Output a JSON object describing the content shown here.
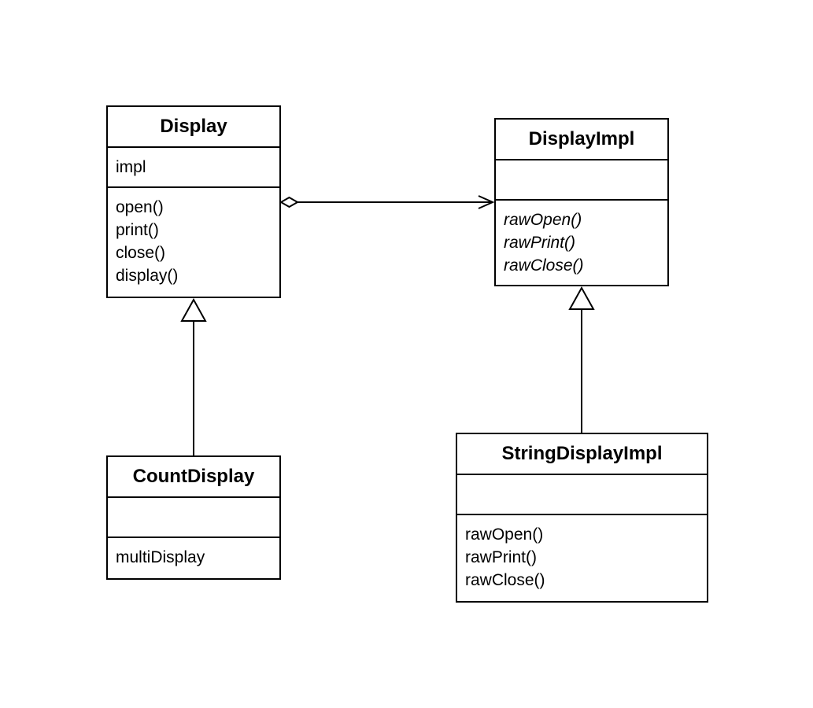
{
  "classes": {
    "display": {
      "name": "Display",
      "attributes": [
        "impl"
      ],
      "operations": [
        "open()",
        "print()",
        "close()",
        "display()"
      ]
    },
    "display_impl": {
      "name": "DisplayImpl",
      "attributes": [],
      "operations": [
        "rawOpen()",
        "rawPrint()",
        "rawClose()"
      ],
      "operations_style": "italic"
    },
    "count_display": {
      "name": "CountDisplay",
      "attributes": [],
      "operations": [
        "multiDisplay"
      ]
    },
    "string_display_impl": {
      "name": "StringDisplayImpl",
      "attributes": [],
      "operations": [
        "rawOpen()",
        "rawPrint()",
        "rawClose()"
      ]
    }
  },
  "relations": [
    {
      "type": "aggregation",
      "from": "Display",
      "to": "DisplayImpl"
    },
    {
      "type": "generalization",
      "from": "CountDisplay",
      "to": "Display"
    },
    {
      "type": "generalization",
      "from": "StringDisplayImpl",
      "to": "DisplayImpl"
    }
  ],
  "colors": {
    "line": "#000000",
    "background": "#ffffff"
  }
}
